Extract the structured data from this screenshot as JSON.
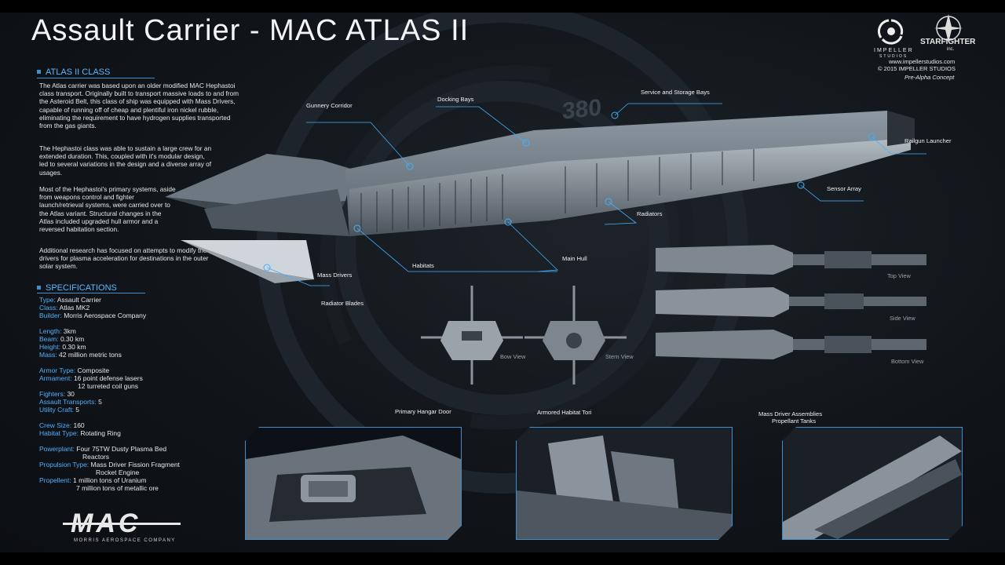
{
  "title": "Assault Carrier - MAC ATLAS II",
  "branding": {
    "impeller": "IMPELLER",
    "impeller_sub": "STUDIOS",
    "starfighter": "STARFIGHTER",
    "starfighter_sub": "inc.",
    "website": "www.impellerstudios.com",
    "copyright": "© 2015 IMPELLER STUDIOS",
    "concept": "Pre-Alpha Concept"
  },
  "class_section": {
    "heading": "ATLAS II CLASS",
    "paragraphs": [
      "The Atlas carrier was based upon an older modified MAC Hephastoi class transport. Originally built to transport massive loads to and from the Asteroid Belt, this class of ship was equipped with Mass Drivers, capable of running off of cheap and plentiful iron nickel rubble, eliminating the requirement to have hydrogen supplies transported from the gas giants.",
      "The Hephastoi class was able to sustain a large crew for an extended duration. This, coupled with it's modular design, led to several variations in the design and a diverse array of usages.",
      "Most of the Hephastoi's primary systems, aside from weapons control and fighter launch/retrieval systems, were carried over to the Atlas variant. Structural changes in the Atlas included upgraded hull armor and a reversed habitation section.",
      "Additional research has focused on attempts to modify the drivers for plasma acceleration for destinations in the outer solar system."
    ]
  },
  "specs_section": {
    "heading": "SPECIFICATIONS",
    "rows": [
      {
        "k": "Type:",
        "v": "Assault Carrier"
      },
      {
        "k": "Class:",
        "v": "Atlas MK2"
      },
      {
        "k": "Builder:",
        "v": "Morris Aerospace Company"
      },
      {
        "k": "Length:",
        "v": "3km"
      },
      {
        "k": "Beam:",
        "v": "0.30 km"
      },
      {
        "k": "Height:",
        "v": "0.30 km"
      },
      {
        "k": "Mass:",
        "v": "42 million metric tons"
      },
      {
        "k": "Armor Type:",
        "v": "Composite"
      },
      {
        "k": "Armament:",
        "v": "16 point defense lasers"
      },
      {
        "k": "",
        "v": "12 turreted coil guns"
      },
      {
        "k": "Fighters:",
        "v": "30"
      },
      {
        "k": "Assault Transports:",
        "v": "5"
      },
      {
        "k": "Utility Craft:",
        "v": "5"
      },
      {
        "k": "Crew Size:",
        "v": "160"
      },
      {
        "k": "Habitat Type:",
        "v": "Rotating Ring"
      },
      {
        "k": "Powerplant:",
        "v": "Four 75TW Dusty Plasma Bed"
      },
      {
        "k": "",
        "v": "Reactors"
      },
      {
        "k": "Propulsion Type:",
        "v": "Mass Driver Fission Fragment"
      },
      {
        "k": "",
        "v": "Rocket Engine"
      },
      {
        "k": "Propellent:",
        "v": "1 million tons of Uranium"
      },
      {
        "k": "",
        "v": "7 million tons of metallic ore"
      }
    ]
  },
  "callouts": {
    "gunnery_corridor": "Gunnery Corridor",
    "docking_bays": "Docking Bays",
    "service_storage": "Service and Storage Bays",
    "railgun": "Railgun Launcher",
    "sensor_array": "Sensor Array",
    "radiators": "Radiators",
    "main_hull": "Main Hull",
    "habitats": "Habitats",
    "mass_drivers": "Mass Drivers",
    "radiator_blades": "Radiator Blades"
  },
  "views": {
    "top": "Top View",
    "side": "Side View",
    "bottom": "Bottom View",
    "bow": "Bow View",
    "stern": "Stern View"
  },
  "details": {
    "hangar": "Primary Hangar Door",
    "habitat_tori": "Armored Habitat Tori",
    "mass_driver_assemblies": "Mass Driver Assemblies",
    "propellant_tanks": "Propellant Tanks"
  },
  "hull_number": "380",
  "mac_logo": {
    "mark": "MAC",
    "name": "MORRIS AEROSPACE COMPANY"
  },
  "colors": {
    "accent": "#3b8fd0",
    "heading": "#5ab8ff",
    "key": "#4fb1ff",
    "background": "#11151a"
  }
}
